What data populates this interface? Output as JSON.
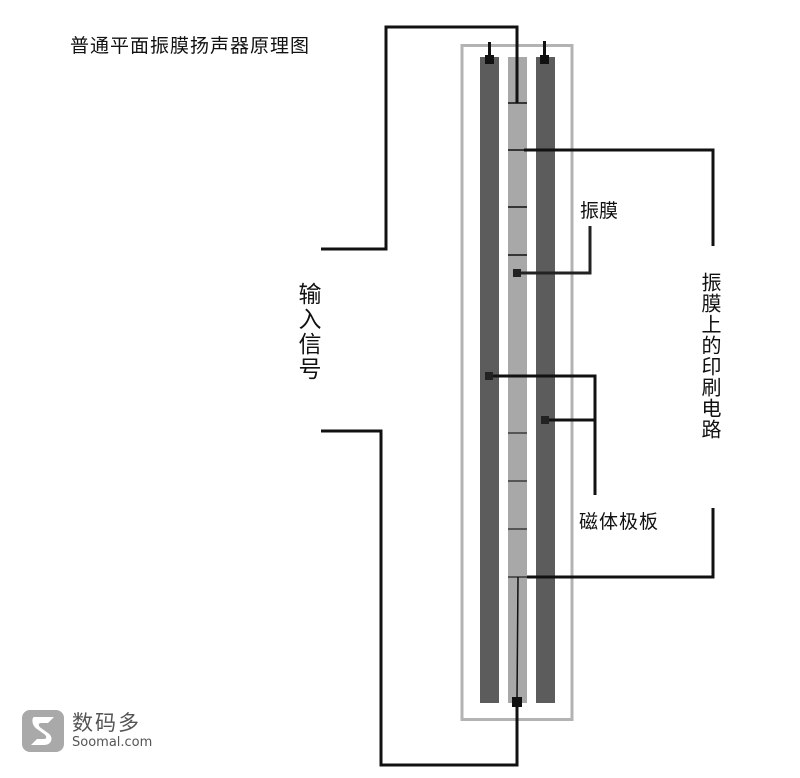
{
  "title": "普通平面振膜扬声器原理图",
  "labels": {
    "input_signal": "输入信号",
    "diaphragm": "振膜",
    "printed_circuit": "振膜上的印刷电路",
    "magnet_plates": "磁体极板"
  },
  "watermark": {
    "icon": "soomal-s-logo-icon",
    "name_cn": "数码多",
    "name_en": "Soomal.com"
  },
  "colors": {
    "magnet_bar": "#5c5c5c",
    "diaphragm": "#a8a8a8",
    "frame": "#b3b3b3",
    "wire": "#111111",
    "circuit_segment": "#222222"
  }
}
